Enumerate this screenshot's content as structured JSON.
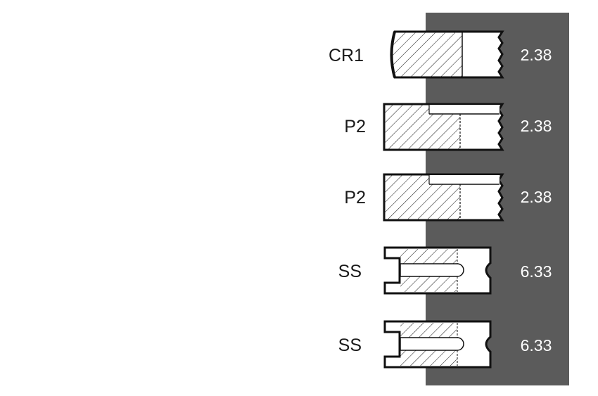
{
  "rings": [
    {
      "label": "CR1",
      "value": "2.38",
      "profile": "compression-barrel"
    },
    {
      "label": "P2",
      "value": "2.38",
      "profile": "compression-step"
    },
    {
      "label": "P2",
      "value": "2.38",
      "profile": "compression-step"
    },
    {
      "label": "SS",
      "value": "6.33",
      "profile": "oil-control-slotted"
    },
    {
      "label": "SS",
      "value": "6.33",
      "profile": "oil-control-slotted"
    }
  ],
  "colors": {
    "panel": "#5b5b5b",
    "outline": "#111111",
    "hatch": "#222222",
    "ring_fill": "#ffffff",
    "label": "#1a1a1a",
    "value": "#ffffff"
  }
}
